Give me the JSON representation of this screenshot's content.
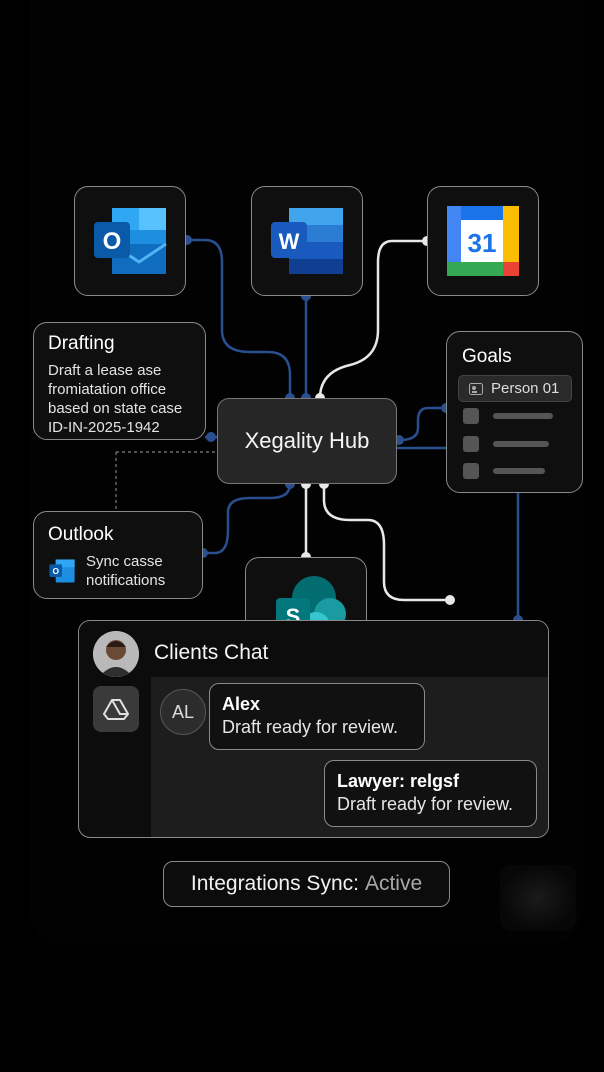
{
  "hub": {
    "title": "Xegality Hub"
  },
  "apps": [
    {
      "name": "Outlook",
      "icon": "outlook-icon",
      "letter": "O",
      "color": "#0a64c6"
    },
    {
      "name": "Word",
      "icon": "word-icon",
      "letter": "W",
      "color": "#1b5ebe"
    },
    {
      "name": "Calendar",
      "icon": "calendar-icon",
      "letter": "31",
      "color": "#1a73e8"
    },
    {
      "name": "SharePoint",
      "icon": "sharepoint-icon",
      "letter": "S",
      "color": "#036c70"
    }
  ],
  "drafting": {
    "title": "Drafting",
    "lines": [
      "Draft a lease ase",
      "fromiatation office",
      "based on state case",
      "ID-IN-2025-1942"
    ]
  },
  "goals": {
    "title": "Goals",
    "person": "Person 01"
  },
  "outlook_card": {
    "title": "Outlook",
    "lines": [
      "Sync casse",
      "notifications"
    ]
  },
  "chat": {
    "title": "Clients Chat",
    "messages": [
      {
        "initials": "AL",
        "sender": "Alex",
        "text": "Draft ready for review."
      },
      {
        "sender": "Lawyer: relgsf",
        "text": "Draft ready for review."
      }
    ]
  },
  "sync_status": {
    "label": "Integrations Sync:",
    "value": "Active"
  },
  "colors": {
    "wire_blue": "#2a4f8f",
    "wire_white": "#e8e8e8",
    "border": "#8a8a8a"
  }
}
